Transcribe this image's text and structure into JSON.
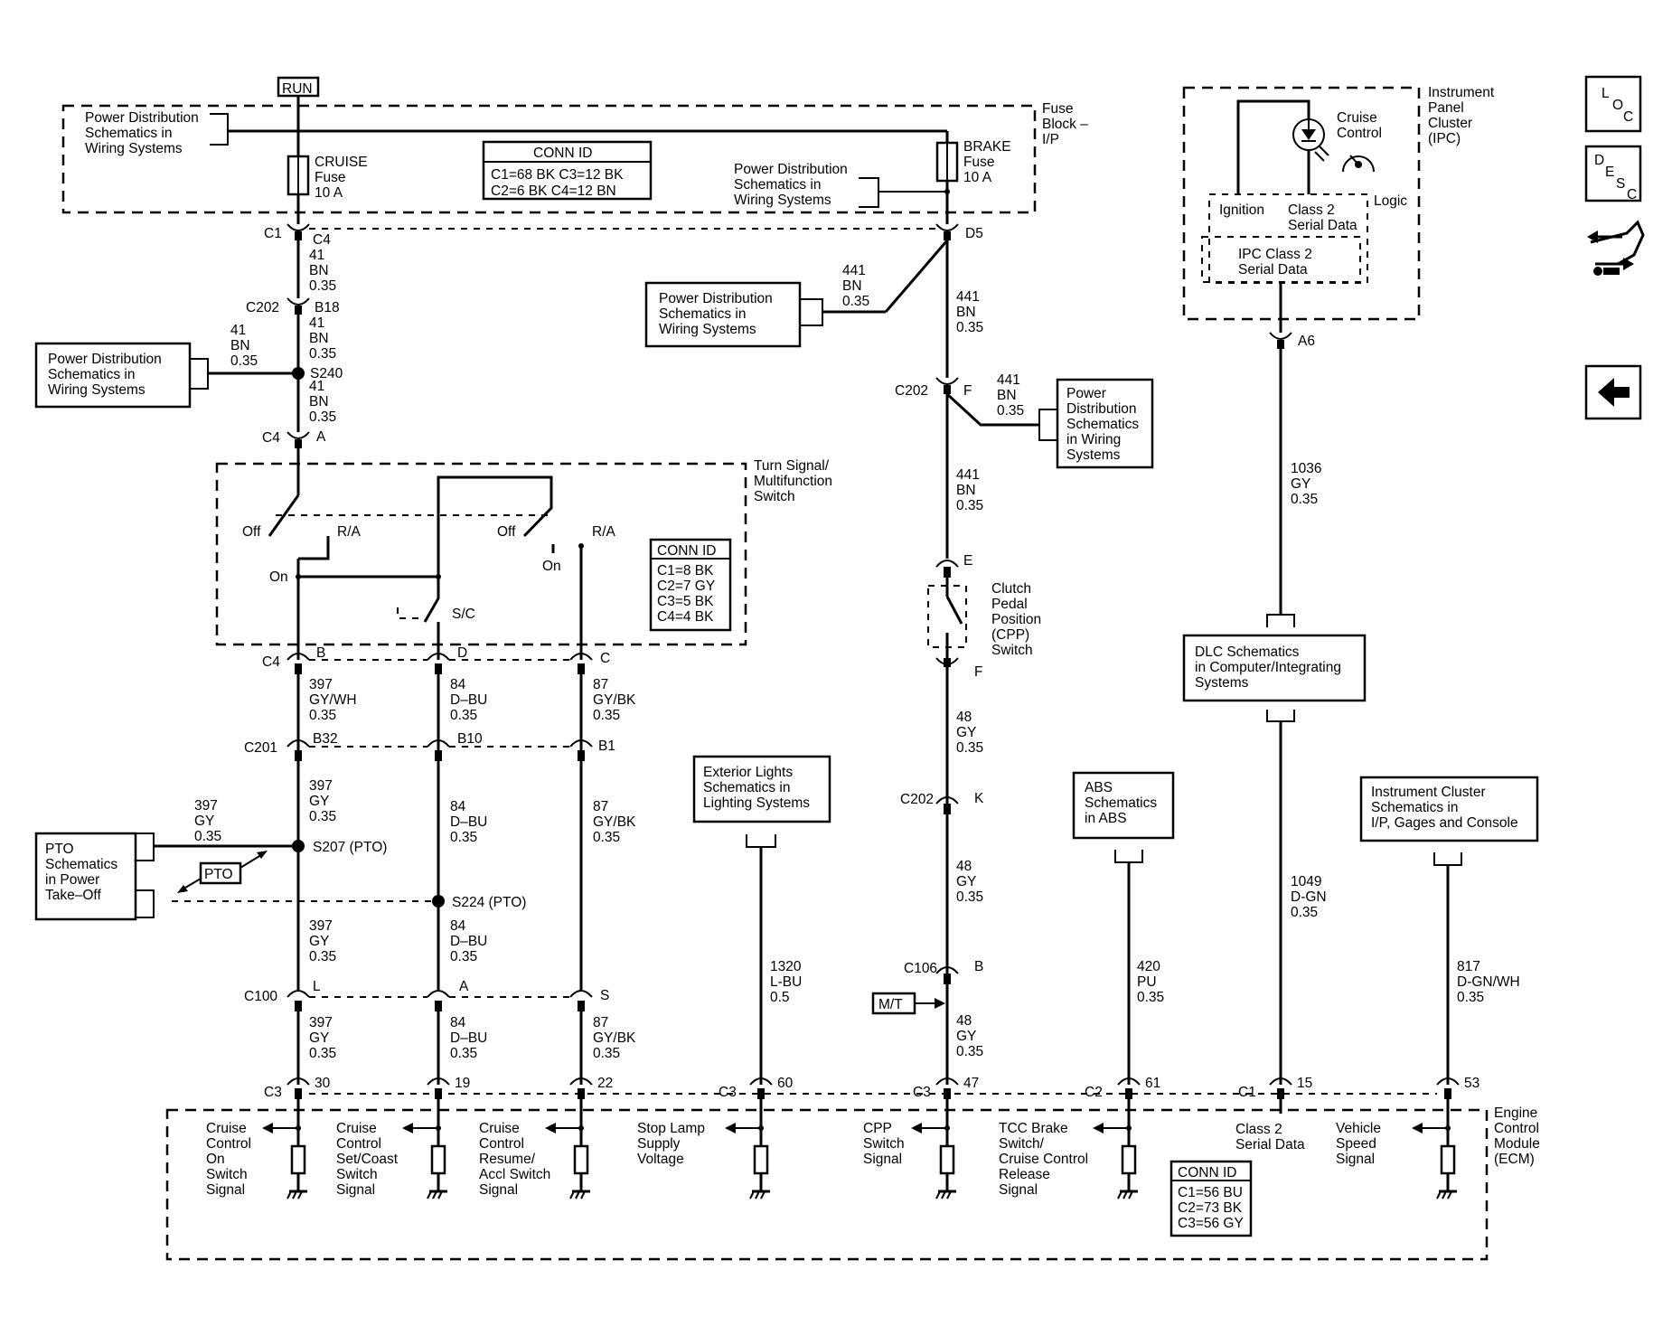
{
  "run_label": "RUN",
  "fuse_block": {
    "label": [
      "Fuse",
      "Block –",
      "I/P"
    ],
    "pds_left": [
      "Power Distribution",
      "Schematics in",
      "Wiring  Systems"
    ],
    "cruise_fuse": [
      "CRUISE",
      "Fuse",
      "10 A"
    ],
    "brake_fuse": [
      "BRAKE",
      "Fuse",
      "10 A"
    ],
    "conn_id_title": "CONN ID",
    "conn_id_rows": [
      "C1=68 BK  C3=12 BK",
      "C2=6 BK    C4=12 BN"
    ],
    "pds_right": [
      "Power Distribution",
      "Schematics in",
      "Wiring  Systems"
    ]
  },
  "connectors": {
    "c1": "C1",
    "c4_top": "C4",
    "d5": "D5",
    "c202_a": "C202",
    "b18": "B18",
    "s240": "S240",
    "c4_a": "C4",
    "a": "A",
    "c202_f": "C202",
    "f": "F",
    "e": "E",
    "f2": "F",
    "c202_k": "C202",
    "k": "K",
    "c106": "C106",
    "b": "B",
    "a6": "A6"
  },
  "wires": {
    "w41_1": [
      "41",
      "BN",
      "0.35"
    ],
    "w41_2": [
      "41",
      "BN",
      "0.35"
    ],
    "w41_3": [
      "41",
      "BN",
      "0.35"
    ],
    "w41_left": [
      "41",
      "BN",
      "0.35"
    ],
    "w441_a": [
      "441",
      "BN",
      "0.35"
    ],
    "w441_b": [
      "441",
      "BN",
      "0.35"
    ],
    "w441_c": [
      "441",
      "BN",
      "0.35"
    ],
    "w441_d": [
      "441",
      "BN",
      "0.35"
    ],
    "w48_a": [
      "48",
      "GY",
      "0.35"
    ],
    "w48_b": [
      "48",
      "GY",
      "0.35"
    ],
    "w48_c": [
      "48",
      "GY",
      "0.35"
    ],
    "w1036": [
      "1036",
      "GY",
      "0.35"
    ],
    "w1049": [
      "1049",
      "D-GN",
      "0.35"
    ],
    "w1320": [
      "1320",
      "L-BU",
      "0.5"
    ],
    "w420": [
      "420",
      "PU",
      "0.35"
    ],
    "w817": [
      "817",
      "D-GN/WH",
      "0.35"
    ],
    "w397_a": [
      "397",
      "GY/WH",
      "0.35"
    ],
    "w397_b": [
      "397",
      "GY",
      "0.35"
    ],
    "w397_c": [
      "397",
      "GY",
      "0.35"
    ],
    "w397_d": [
      "397",
      "GY",
      "0.35"
    ],
    "w397_left": [
      "397",
      "GY",
      "0.35"
    ],
    "w84_a": [
      "84",
      "D–BU",
      "0.35"
    ],
    "w84_b": [
      "84",
      "D–BU",
      "0.35"
    ],
    "w84_c": [
      "84",
      "D–BU",
      "0.35"
    ],
    "w84_d": [
      "84",
      "D–BU",
      "0.35"
    ],
    "w87_a": [
      "87",
      "GY/BK",
      "0.35"
    ],
    "w87_b": [
      "87",
      "GY/BK",
      "0.35"
    ],
    "w87_c": [
      "87",
      "GY/BK",
      "0.35"
    ]
  },
  "pds_left_box": [
    "Power Distribution",
    "Schematics in",
    "Wiring Systems"
  ],
  "pds_mid_box": [
    "Power Distribution",
    "Schematics in",
    "Wiring Systems"
  ],
  "pds_right_box": [
    "Power",
    "Distribution",
    "Schematics",
    "in Wiring",
    "Systems"
  ],
  "turn_switch": {
    "label": [
      "Turn Signal/",
      "Multifunction",
      "Switch"
    ],
    "off1": "Off",
    "ra1": "R/A",
    "on1": "On",
    "off2": "Off",
    "on2": "On",
    "ra2": "R/A",
    "sc": "S/C",
    "conn_id_title": "CONN ID",
    "conn_id_rows": [
      "C1=8 BK",
      "C2=7 GY",
      "C3=5 BK",
      "C4=4 BK"
    ]
  },
  "row_c4": {
    "conn": "C4",
    "pins": [
      "B",
      "D",
      "C"
    ]
  },
  "row_c201": {
    "conn": "C201",
    "pins": [
      "B32",
      "B10",
      "B1"
    ]
  },
  "row_c100": {
    "conn": "C100",
    "pins": [
      "L",
      "A",
      "S"
    ]
  },
  "splices": {
    "s207": "S207 (PTO)",
    "s224": "S224 (PTO)"
  },
  "pto_box": [
    "PTO",
    "Schematics",
    "in Power",
    "Take–Off"
  ],
  "pto_tag": "PTO",
  "cpp_switch": [
    "Clutch",
    "Pedal",
    "Position",
    "(CPP)",
    "Switch"
  ],
  "mt_tag": "M/T",
  "ipc": {
    "label": [
      "Instrument",
      "Panel",
      "Cluster",
      "(IPC)"
    ],
    "cruise_control": [
      "Cruise",
      "Control"
    ],
    "logic": "Logic",
    "ignition": "Ignition",
    "class2": [
      "Class 2",
      "Serial Data"
    ],
    "ipc_class2": [
      "IPC Class 2",
      "Serial Data"
    ]
  },
  "dlc_box": [
    "DLC Schematics",
    "in Computer/Integrating",
    "Systems"
  ],
  "exterior_box": [
    "Exterior Lights",
    "Schematics in",
    "Lighting Systems"
  ],
  "abs_box": [
    "ABS",
    "Schematics",
    "in ABS"
  ],
  "cluster_box": [
    "Instrument Cluster",
    "Schematics in",
    "I/P, Gages and Console"
  ],
  "ecm": {
    "label": [
      "Engine",
      "Control",
      "Module",
      "(ECM)"
    ],
    "pins": [
      {
        "conn": "C3",
        "pin": "30"
      },
      {
        "conn": "",
        "pin": "19"
      },
      {
        "conn": "",
        "pin": "22"
      },
      {
        "conn": "C3",
        "pin": "60"
      },
      {
        "conn": "C3",
        "pin": "47"
      },
      {
        "conn": "C2",
        "pin": "61"
      },
      {
        "conn": "C1",
        "pin": "15"
      },
      {
        "conn": "",
        "pin": "53"
      }
    ],
    "signals": [
      [
        "Cruise",
        "Control",
        "On",
        "Switch",
        "Signal"
      ],
      [
        "Cruise",
        "Control",
        "Set/Coast",
        "Switch",
        "Signal"
      ],
      [
        "Cruise",
        "Control",
        "Resume/",
        "Accl Switch",
        "Signal"
      ],
      [
        "Stop Lamp",
        "Supply",
        "Voltage"
      ],
      [
        "CPP",
        "Switch",
        "Signal"
      ],
      [
        "TCC Brake",
        "Switch/",
        "Cruise Control",
        "Release",
        "Signal"
      ],
      [
        "Class 2",
        "Serial Data"
      ],
      [
        "Vehicle",
        "Speed",
        "Signal"
      ]
    ],
    "conn_id_title": "CONN ID",
    "conn_id_rows": [
      "C1=56 BU",
      "C2=73 BK",
      "C3=56 GY"
    ]
  },
  "nav": {
    "loc": [
      "L",
      "O",
      "C"
    ],
    "desc": [
      "D",
      "E",
      "S",
      "C"
    ],
    "back_icon": "left-arrow-icon",
    "connector_icon": "connector-icon"
  }
}
